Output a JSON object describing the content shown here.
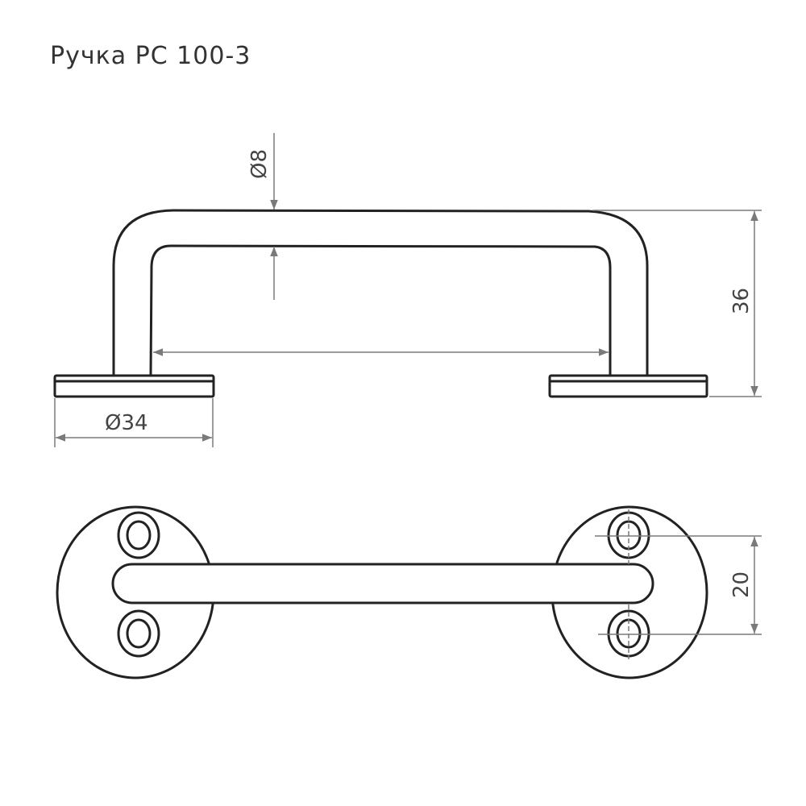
{
  "title": "Ручка РС 100-3",
  "dimensions": {
    "rod_diameter": "Ø8",
    "height": "36",
    "base_diameter": "Ø34",
    "hole_spacing": "20"
  },
  "colors": {
    "outline": "#222222",
    "dimension": "#7a7a7a"
  }
}
